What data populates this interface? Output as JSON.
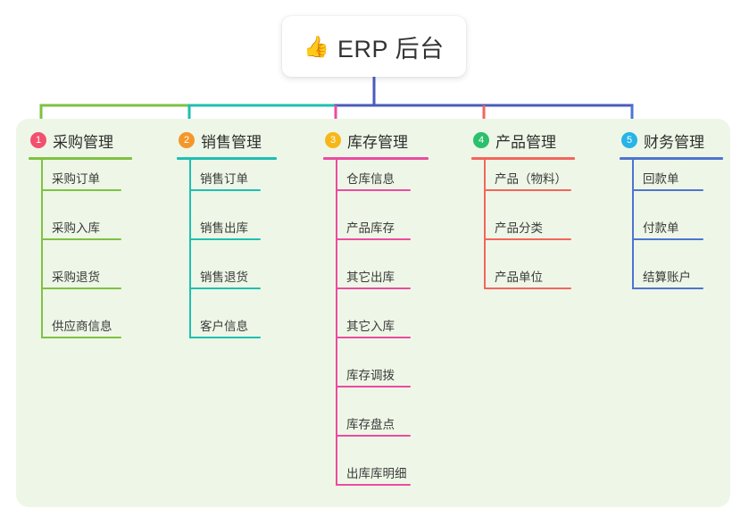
{
  "root": {
    "emoji": "👍",
    "emoji_name": "thumbs-up-icon",
    "title": "ERP 后台"
  },
  "colors": {
    "panel_background": "#eef7e7",
    "page_background": "#ffffff",
    "root_stem": "#4a5bbd",
    "bus": "#4a5bbd"
  },
  "branches": [
    {
      "number": "1",
      "title": "采购管理",
      "badge_color": "#f2506e",
      "line_color": "#7ec242",
      "items": [
        "采购订单",
        "采购入库",
        "采购退货",
        "供应商信息"
      ]
    },
    {
      "number": "2",
      "title": "销售管理",
      "badge_color": "#f5962b",
      "line_color": "#1fbfb0",
      "items": [
        "销售订单",
        "销售出库",
        "销售退货",
        "客户信息"
      ]
    },
    {
      "number": "3",
      "title": "库存管理",
      "badge_color": "#f7b719",
      "line_color": "#ec4ba0",
      "items": [
        "仓库信息",
        "产品库存",
        "其它出库",
        "其它入库",
        "库存调拨",
        "库存盘点",
        "出库库明细"
      ]
    },
    {
      "number": "4",
      "title": "产品管理",
      "badge_color": "#2cc06b",
      "line_color": "#f4655c",
      "items": [
        "产品（物料）",
        "产品分类",
        "产品单位"
      ]
    },
    {
      "number": "5",
      "title": "财务管理",
      "badge_color": "#27b4e8",
      "line_color": "#4f74d0",
      "items": [
        "回款单",
        "付款单",
        "结算账户"
      ]
    }
  ]
}
